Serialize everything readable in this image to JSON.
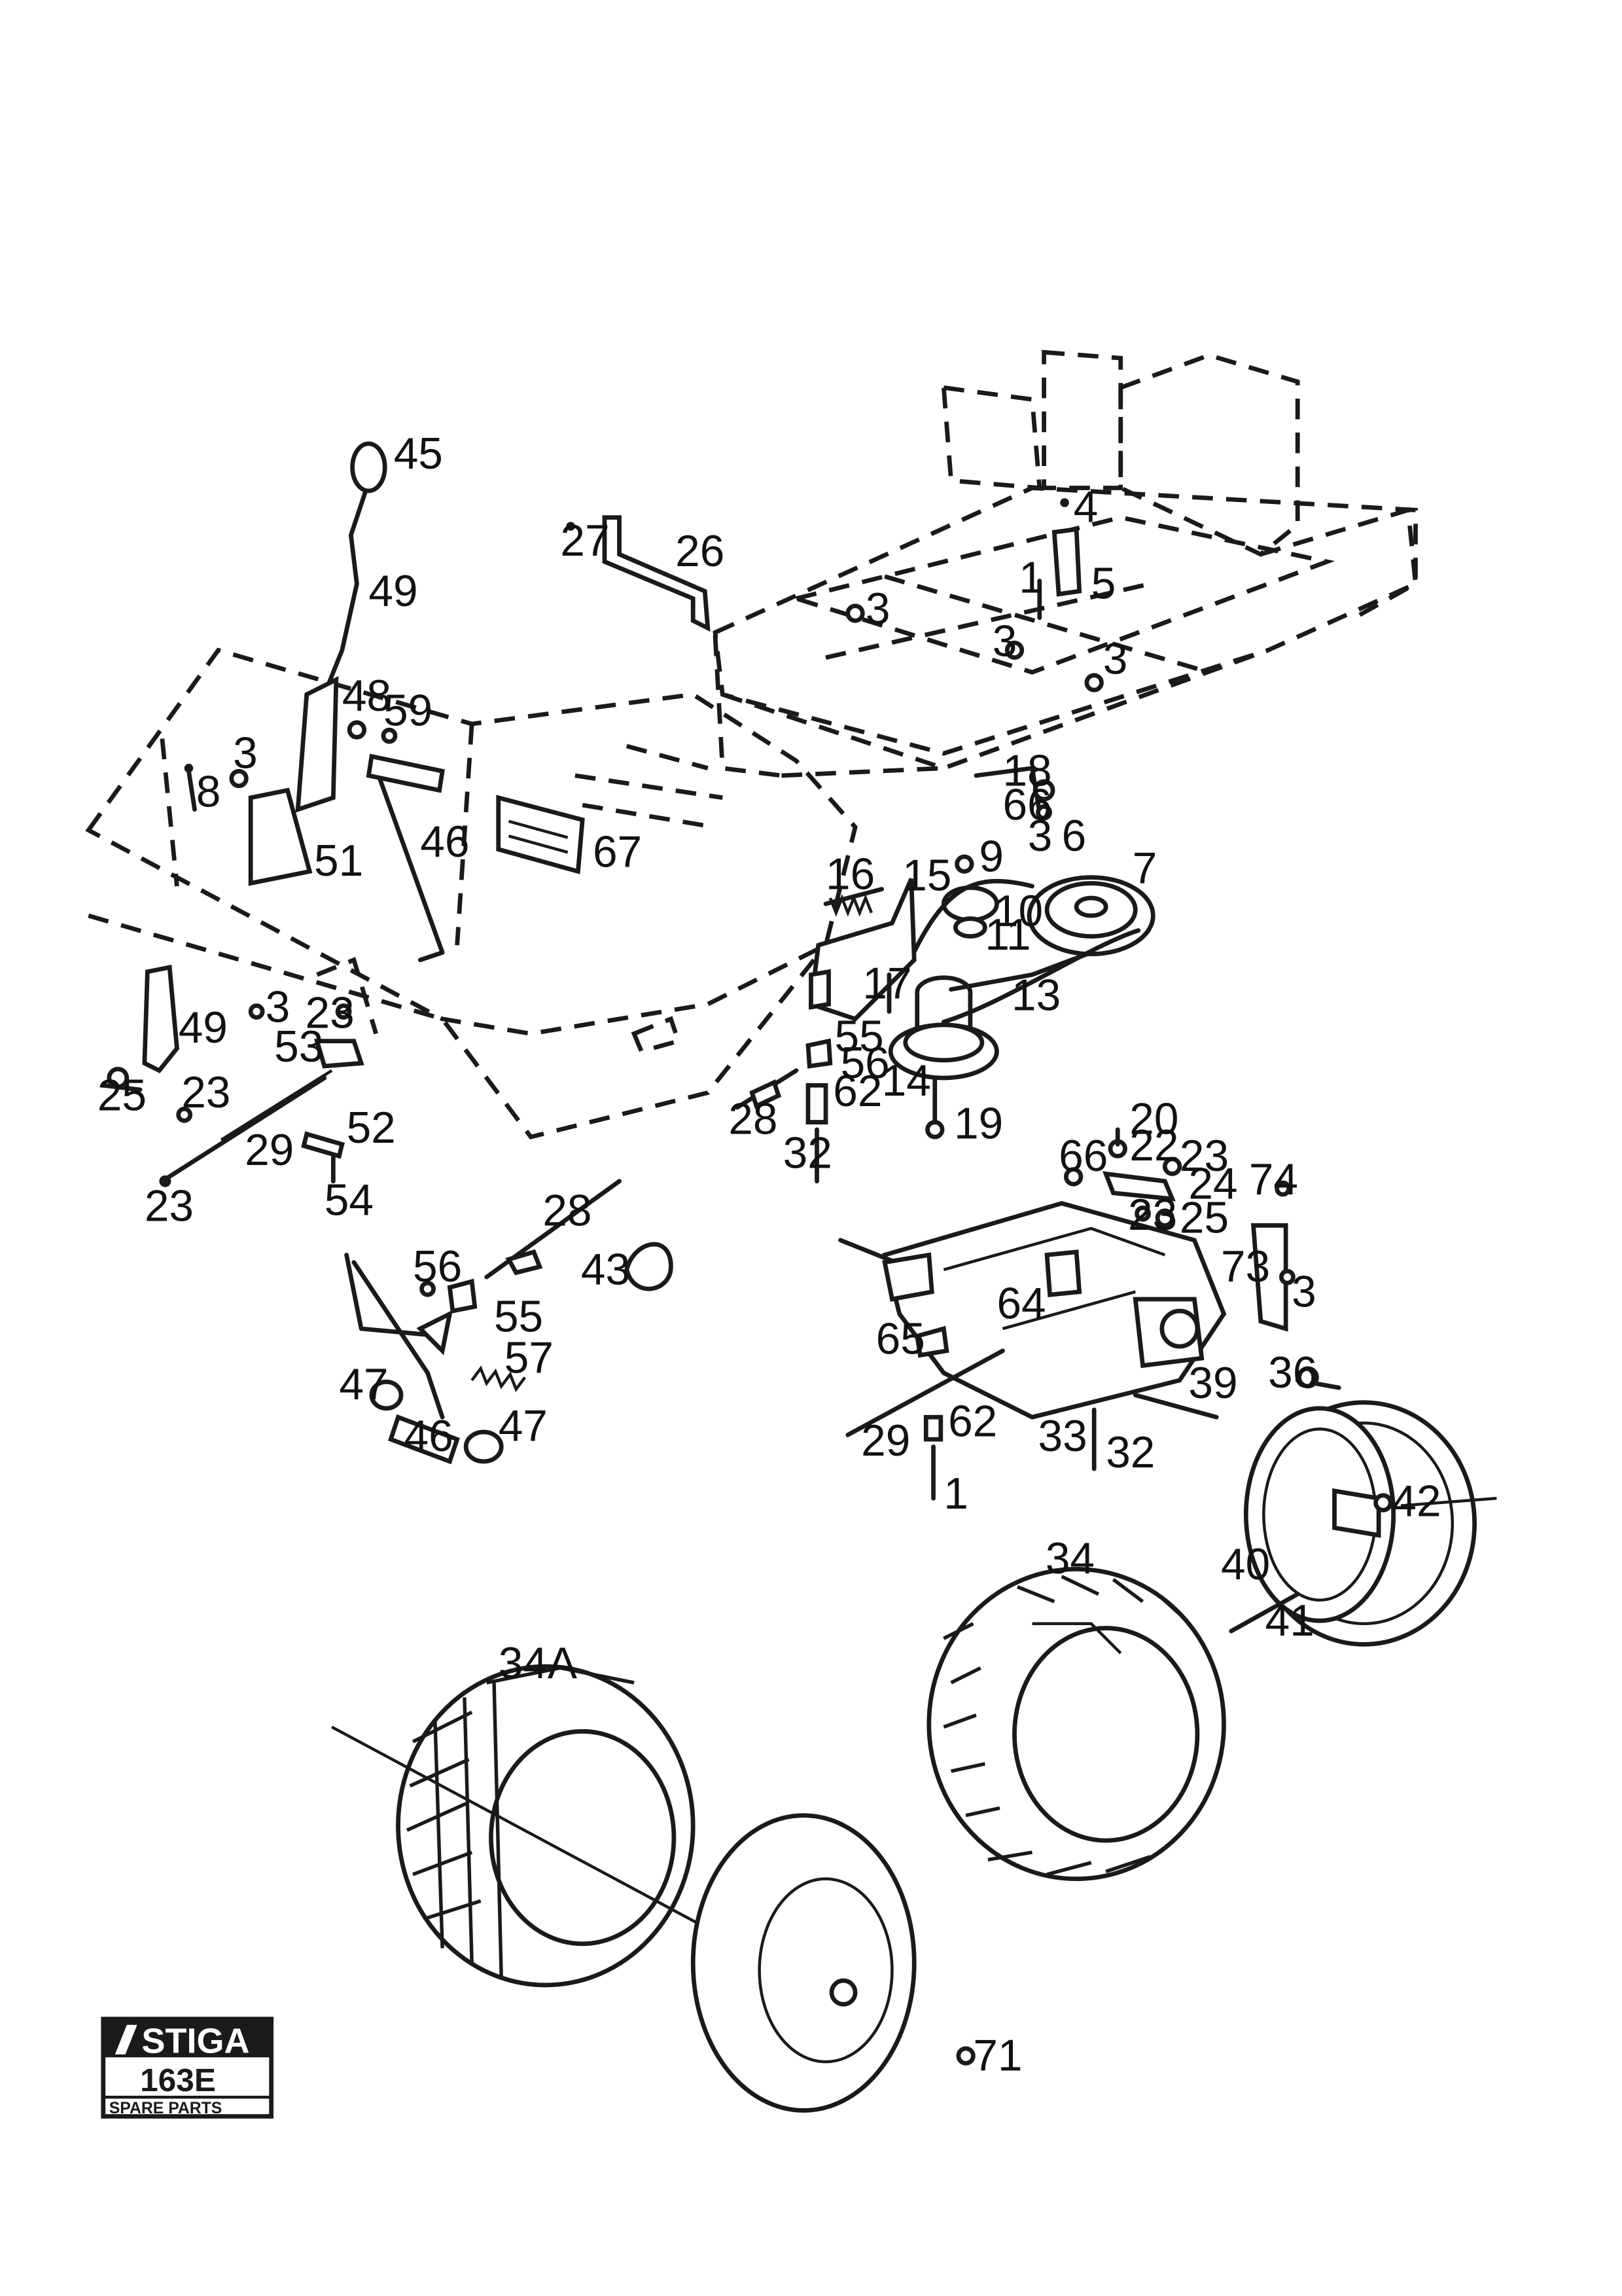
{
  "logo": {
    "brand": "STIGA",
    "model": "163E",
    "subtitle": "SPARE PARTS"
  },
  "callouts": [
    {
      "id": "c45",
      "text": "45"
    },
    {
      "id": "c49a",
      "text": "49"
    },
    {
      "id": "c48",
      "text": "48"
    },
    {
      "id": "c59",
      "text": "59"
    },
    {
      "id": "c3a",
      "text": "3"
    },
    {
      "id": "c8",
      "text": "8"
    },
    {
      "id": "c51",
      "text": "51"
    },
    {
      "id": "c46a",
      "text": "46"
    },
    {
      "id": "c67",
      "text": "67"
    },
    {
      "id": "c27",
      "text": "27"
    },
    {
      "id": "c26",
      "text": "26"
    },
    {
      "id": "c4",
      "text": "4"
    },
    {
      "id": "c1a",
      "text": "1"
    },
    {
      "id": "c5",
      "text": "5"
    },
    {
      "id": "c3b",
      "text": "3"
    },
    {
      "id": "c3c",
      "text": "3"
    },
    {
      "id": "c3d",
      "text": "3"
    },
    {
      "id": "c18",
      "text": "18"
    },
    {
      "id": "c66a",
      "text": "66"
    },
    {
      "id": "c3e",
      "text": "3"
    },
    {
      "id": "c6",
      "text": "6"
    },
    {
      "id": "c7",
      "text": "7"
    },
    {
      "id": "c9",
      "text": "9"
    },
    {
      "id": "c16",
      "text": "16"
    },
    {
      "id": "c15",
      "text": "15"
    },
    {
      "id": "c10",
      "text": "10"
    },
    {
      "id": "c11",
      "text": "11"
    },
    {
      "id": "c17",
      "text": "17"
    },
    {
      "id": "c13",
      "text": "13"
    },
    {
      "id": "c55a",
      "text": "55"
    },
    {
      "id": "c56a",
      "text": "56"
    },
    {
      "id": "c14",
      "text": "14"
    },
    {
      "id": "c62a",
      "text": "62"
    },
    {
      "id": "c28a",
      "text": "28"
    },
    {
      "id": "c19",
      "text": "19"
    },
    {
      "id": "c32a",
      "text": "32"
    },
    {
      "id": "c49b",
      "text": "49"
    },
    {
      "id": "c3f",
      "text": "3"
    },
    {
      "id": "c23a",
      "text": "23"
    },
    {
      "id": "c53",
      "text": "53"
    },
    {
      "id": "c25a",
      "text": "25"
    },
    {
      "id": "c23b",
      "text": "23"
    },
    {
      "id": "c52",
      "text": "52"
    },
    {
      "id": "c29a",
      "text": "29"
    },
    {
      "id": "c23c",
      "text": "23"
    },
    {
      "id": "c54",
      "text": "54"
    },
    {
      "id": "c20",
      "text": "20"
    },
    {
      "id": "c22",
      "text": "22"
    },
    {
      "id": "c66b",
      "text": "66"
    },
    {
      "id": "c23d",
      "text": "23"
    },
    {
      "id": "c24",
      "text": "24"
    },
    {
      "id": "c23e",
      "text": "23"
    },
    {
      "id": "c25b",
      "text": "25"
    },
    {
      "id": "c74",
      "text": "74"
    },
    {
      "id": "c73",
      "text": "73"
    },
    {
      "id": "c3g",
      "text": "3"
    },
    {
      "id": "c28b",
      "text": "28"
    },
    {
      "id": "c43",
      "text": "43"
    },
    {
      "id": "c56b",
      "text": "56"
    },
    {
      "id": "c55b",
      "text": "55"
    },
    {
      "id": "c57",
      "text": "57"
    },
    {
      "id": "c47a",
      "text": "47"
    },
    {
      "id": "c46b",
      "text": "46"
    },
    {
      "id": "c47b",
      "text": "47"
    },
    {
      "id": "c64",
      "text": "64"
    },
    {
      "id": "c65",
      "text": "65"
    },
    {
      "id": "c36",
      "text": "36"
    },
    {
      "id": "c39",
      "text": "39"
    },
    {
      "id": "c62b",
      "text": "62"
    },
    {
      "id": "c29b",
      "text": "29"
    },
    {
      "id": "c33",
      "text": "33"
    },
    {
      "id": "c32b",
      "text": "32"
    },
    {
      "id": "c1b",
      "text": "1"
    },
    {
      "id": "c42",
      "text": "42"
    },
    {
      "id": "c34",
      "text": "34"
    },
    {
      "id": "c40",
      "text": "40"
    },
    {
      "id": "c41",
      "text": "41"
    },
    {
      "id": "c34A",
      "text": "34A"
    },
    {
      "id": "c71",
      "text": "71"
    }
  ]
}
